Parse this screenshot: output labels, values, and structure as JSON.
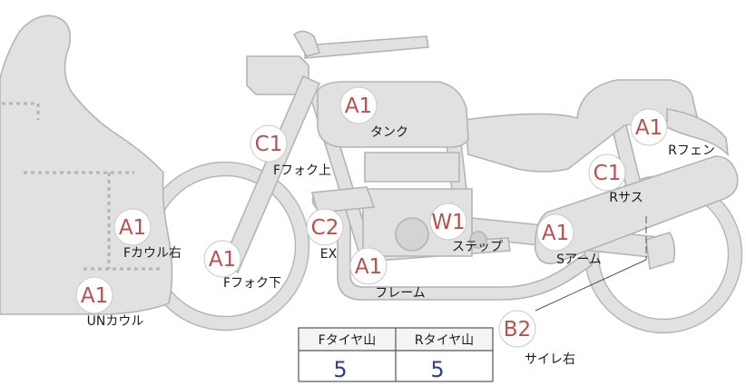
{
  "markers": [
    {
      "id": "tank",
      "code": "A1",
      "label": "タンク"
    },
    {
      "id": "f-fork-upper",
      "code": "C1",
      "label": "Fフォク上"
    },
    {
      "id": "f-cowl-right",
      "code": "A1",
      "label": "Fカウル右"
    },
    {
      "id": "f-fork-lower",
      "code": "A1",
      "label": "Fフォク下"
    },
    {
      "id": "un-cowl",
      "code": "A1",
      "label": "UNカウル"
    },
    {
      "id": "ex",
      "code": "C2",
      "label": "EX"
    },
    {
      "id": "frame",
      "code": "A1",
      "label": "フレーム"
    },
    {
      "id": "step",
      "code": "W1",
      "label": "ステップ"
    },
    {
      "id": "s-arm",
      "code": "A1",
      "label": "Sアーム"
    },
    {
      "id": "r-suspension",
      "code": "C1",
      "label": "Rサス"
    },
    {
      "id": "r-fender",
      "code": "A1",
      "label": "Rフェン"
    },
    {
      "id": "silencer-right",
      "code": "B2",
      "label": "サイレ右"
    }
  ],
  "tire_table": {
    "headers": [
      "Fタイヤ山",
      "Rタイヤ山"
    ],
    "values": [
      "5",
      "5"
    ]
  },
  "colors": {
    "marker_code": "#b85050",
    "table_value": "#2e3f8f",
    "silhouette_fill": "#e1e1e1",
    "silhouette_stroke": "#b4b4b4"
  }
}
